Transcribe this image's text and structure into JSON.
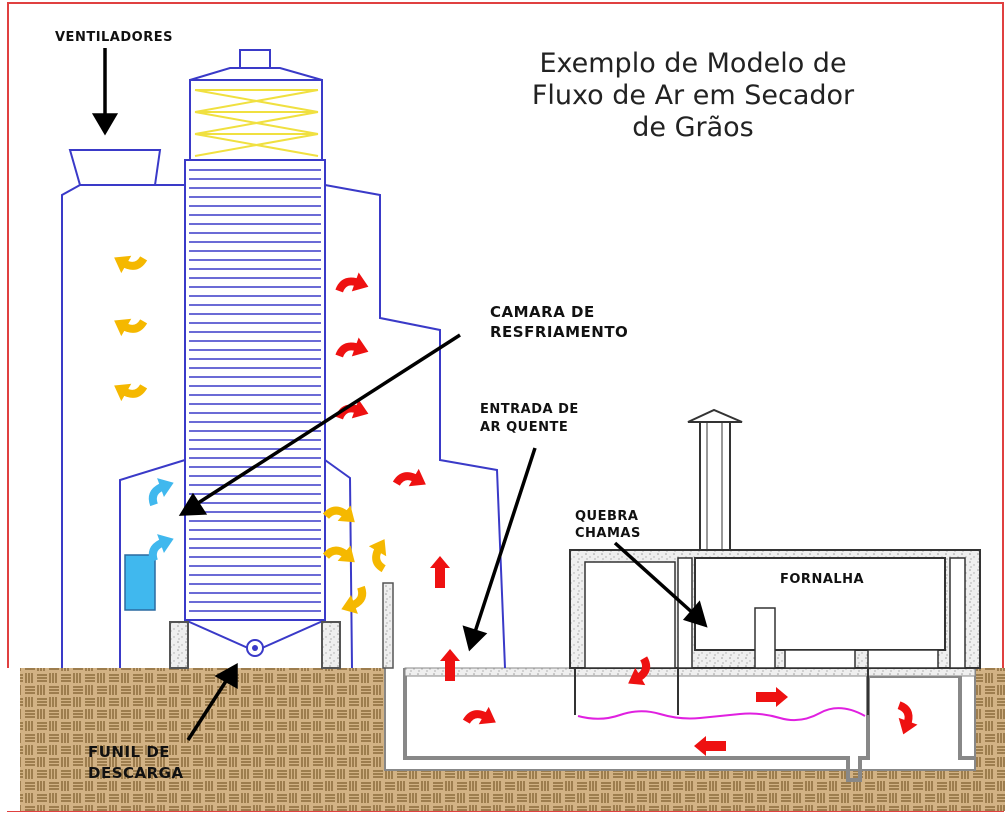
{
  "title": {
    "line1": "Exemplo de Modelo de",
    "line2": "Fluxo de Ar em Secador",
    "line3": "de Grãos"
  },
  "labels": {
    "ventiladores": "VENTILADORES",
    "camara_line1": "CAMARA DE",
    "camara_line2": "RESFRIAMENTO",
    "entrada_line1": "ENTRADA DE",
    "entrada_line2": "AR QUENTE",
    "quebra_line1": "QUEBRA",
    "quebra_line2": "CHAMAS",
    "fornalha": "FORNALHA",
    "funil_line1": "FUNIL DE",
    "funil_line2": "DESCARGA"
  },
  "colors": {
    "frame_border": "#e04040",
    "structure_outline": "#3a3ac8",
    "column_lines": "#3a3ac8",
    "top_section_cross": "#f0e040",
    "ground": "#c8a878",
    "ground_pattern": "#7a5a2a",
    "masonry": "#888888",
    "hot_air_arrow": "#ee1111",
    "exhaust_air_arrow": "#f5b800",
    "cool_air_arrow": "#40b8ee",
    "fan_box": "#40b8ee",
    "flame_line": "#e020e0",
    "pointer_arrow": "#000000"
  }
}
